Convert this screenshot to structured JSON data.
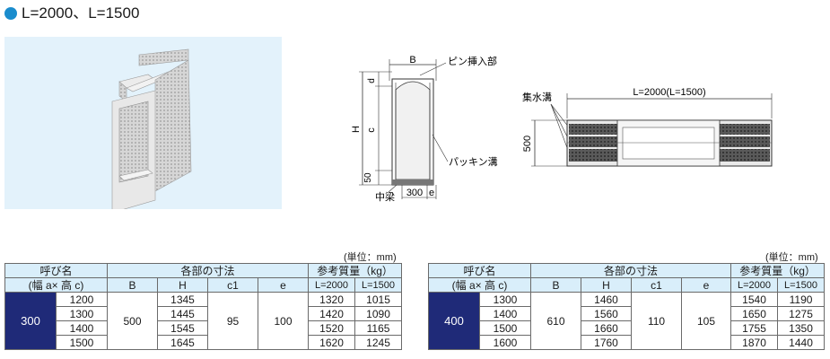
{
  "header": {
    "title": "L=2000、L=1500",
    "dot_color": "#1a8ccd"
  },
  "diagram": {
    "cross_section": {
      "label_b": "B",
      "label_pin": "ピン挿入部",
      "label_d": "d",
      "label_h": "H",
      "label_c": "c",
      "label_50": "50",
      "label_packing": "パッキン溝",
      "label_beam": "中梁",
      "label_300": "300",
      "label_e": "e"
    },
    "plan": {
      "label_length": "L=2000(L=1500)",
      "label_drain": "集水溝",
      "label_500": "500"
    }
  },
  "tables": [
    {
      "unit": "(単位：mm)",
      "h_name": "呼び名",
      "h_name_sub": "(幅 a× 高 c)",
      "h_dims": "各部の寸法",
      "h_weight": "参考質量（kg）",
      "col_b": "B",
      "col_h": "H",
      "col_c1": "c1",
      "col_e": "e",
      "col_l2000": "L=2000",
      "col_l1500": "L=1500",
      "width": "300",
      "b": "500",
      "c1": "95",
      "e": "100",
      "rows": [
        {
          "c": "1200",
          "h": "1345",
          "w2000": "1320",
          "w1500": "1015"
        },
        {
          "c": "1300",
          "h": "1445",
          "w2000": "1420",
          "w1500": "1090"
        },
        {
          "c": "1400",
          "h": "1545",
          "w2000": "1520",
          "w1500": "1165"
        },
        {
          "c": "1500",
          "h": "1645",
          "w2000": "1620",
          "w1500": "1245"
        }
      ]
    },
    {
      "unit": "(単位：mm)",
      "h_name": "呼び名",
      "h_name_sub": "(幅 a× 高 c)",
      "h_dims": "各部の寸法",
      "h_weight": "参考質量（kg）",
      "col_b": "B",
      "col_h": "H",
      "col_c1": "c1",
      "col_e": "e",
      "col_l2000": "L=2000",
      "col_l1500": "L=1500",
      "width": "400",
      "b": "610",
      "c1": "110",
      "e": "105",
      "rows": [
        {
          "c": "1300",
          "h": "1460",
          "w2000": "1540",
          "w1500": "1190"
        },
        {
          "c": "1400",
          "h": "1560",
          "w2000": "1650",
          "w1500": "1275"
        },
        {
          "c": "1500",
          "h": "1660",
          "w2000": "1755",
          "w1500": "1350"
        },
        {
          "c": "1600",
          "h": "1760",
          "w2000": "1870",
          "w1500": "1440"
        }
      ]
    }
  ]
}
